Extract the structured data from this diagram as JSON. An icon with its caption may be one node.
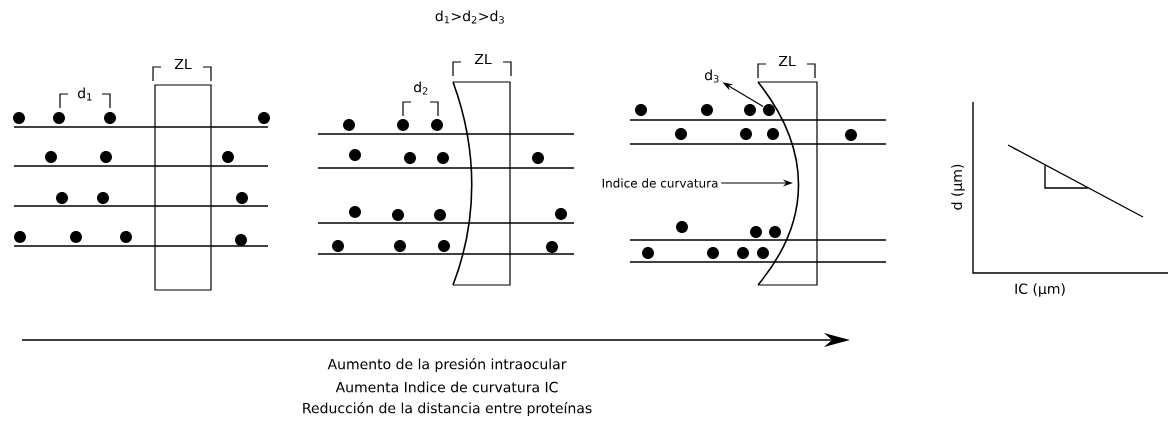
{
  "diagram": {
    "title": "d$_{1}$>d$_{2}$>d$_{3}$",
    "nodes": [
      {
        "text": [
          "Indice de curvatura"
        ]
      },
      {
        "text": [
          "d$_{3}$"
        ]
      },
      {
        "text": [],
        "shape": "circle"
      }
    ],
    "edges": [
      {
        "from": 0,
        "to": null,
        "arrow": "to"
      },
      {
        "from": 2,
        "to": 1,
        "arrow": "to"
      }
    ],
    "labels": [
      "ZL",
      "d$_{1}$",
      "ZL",
      "d$_{2}$",
      "ZL",
      "d (µm)",
      "IC (µm)",
      "Aumento de la presión intraocular",
      "Aumenta Indice de curvatura IC",
      "Reducción de la distancia entre proteínas"
    ]
  }
}
